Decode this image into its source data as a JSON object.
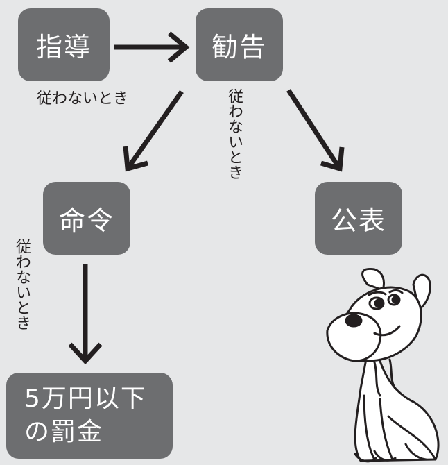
{
  "nodes": {
    "shido": "指導",
    "kankoku": "勧告",
    "meirei": "命令",
    "kohyo": "公表",
    "bakkin_line1": "5万円以下",
    "bakkin_line2": "の罰金"
  },
  "edge_labels": {
    "shido_to_meirei": "従わないとき",
    "kankoku_to_kohyo": "従わないとき",
    "meirei_to_bakkin": "従わないとき"
  }
}
